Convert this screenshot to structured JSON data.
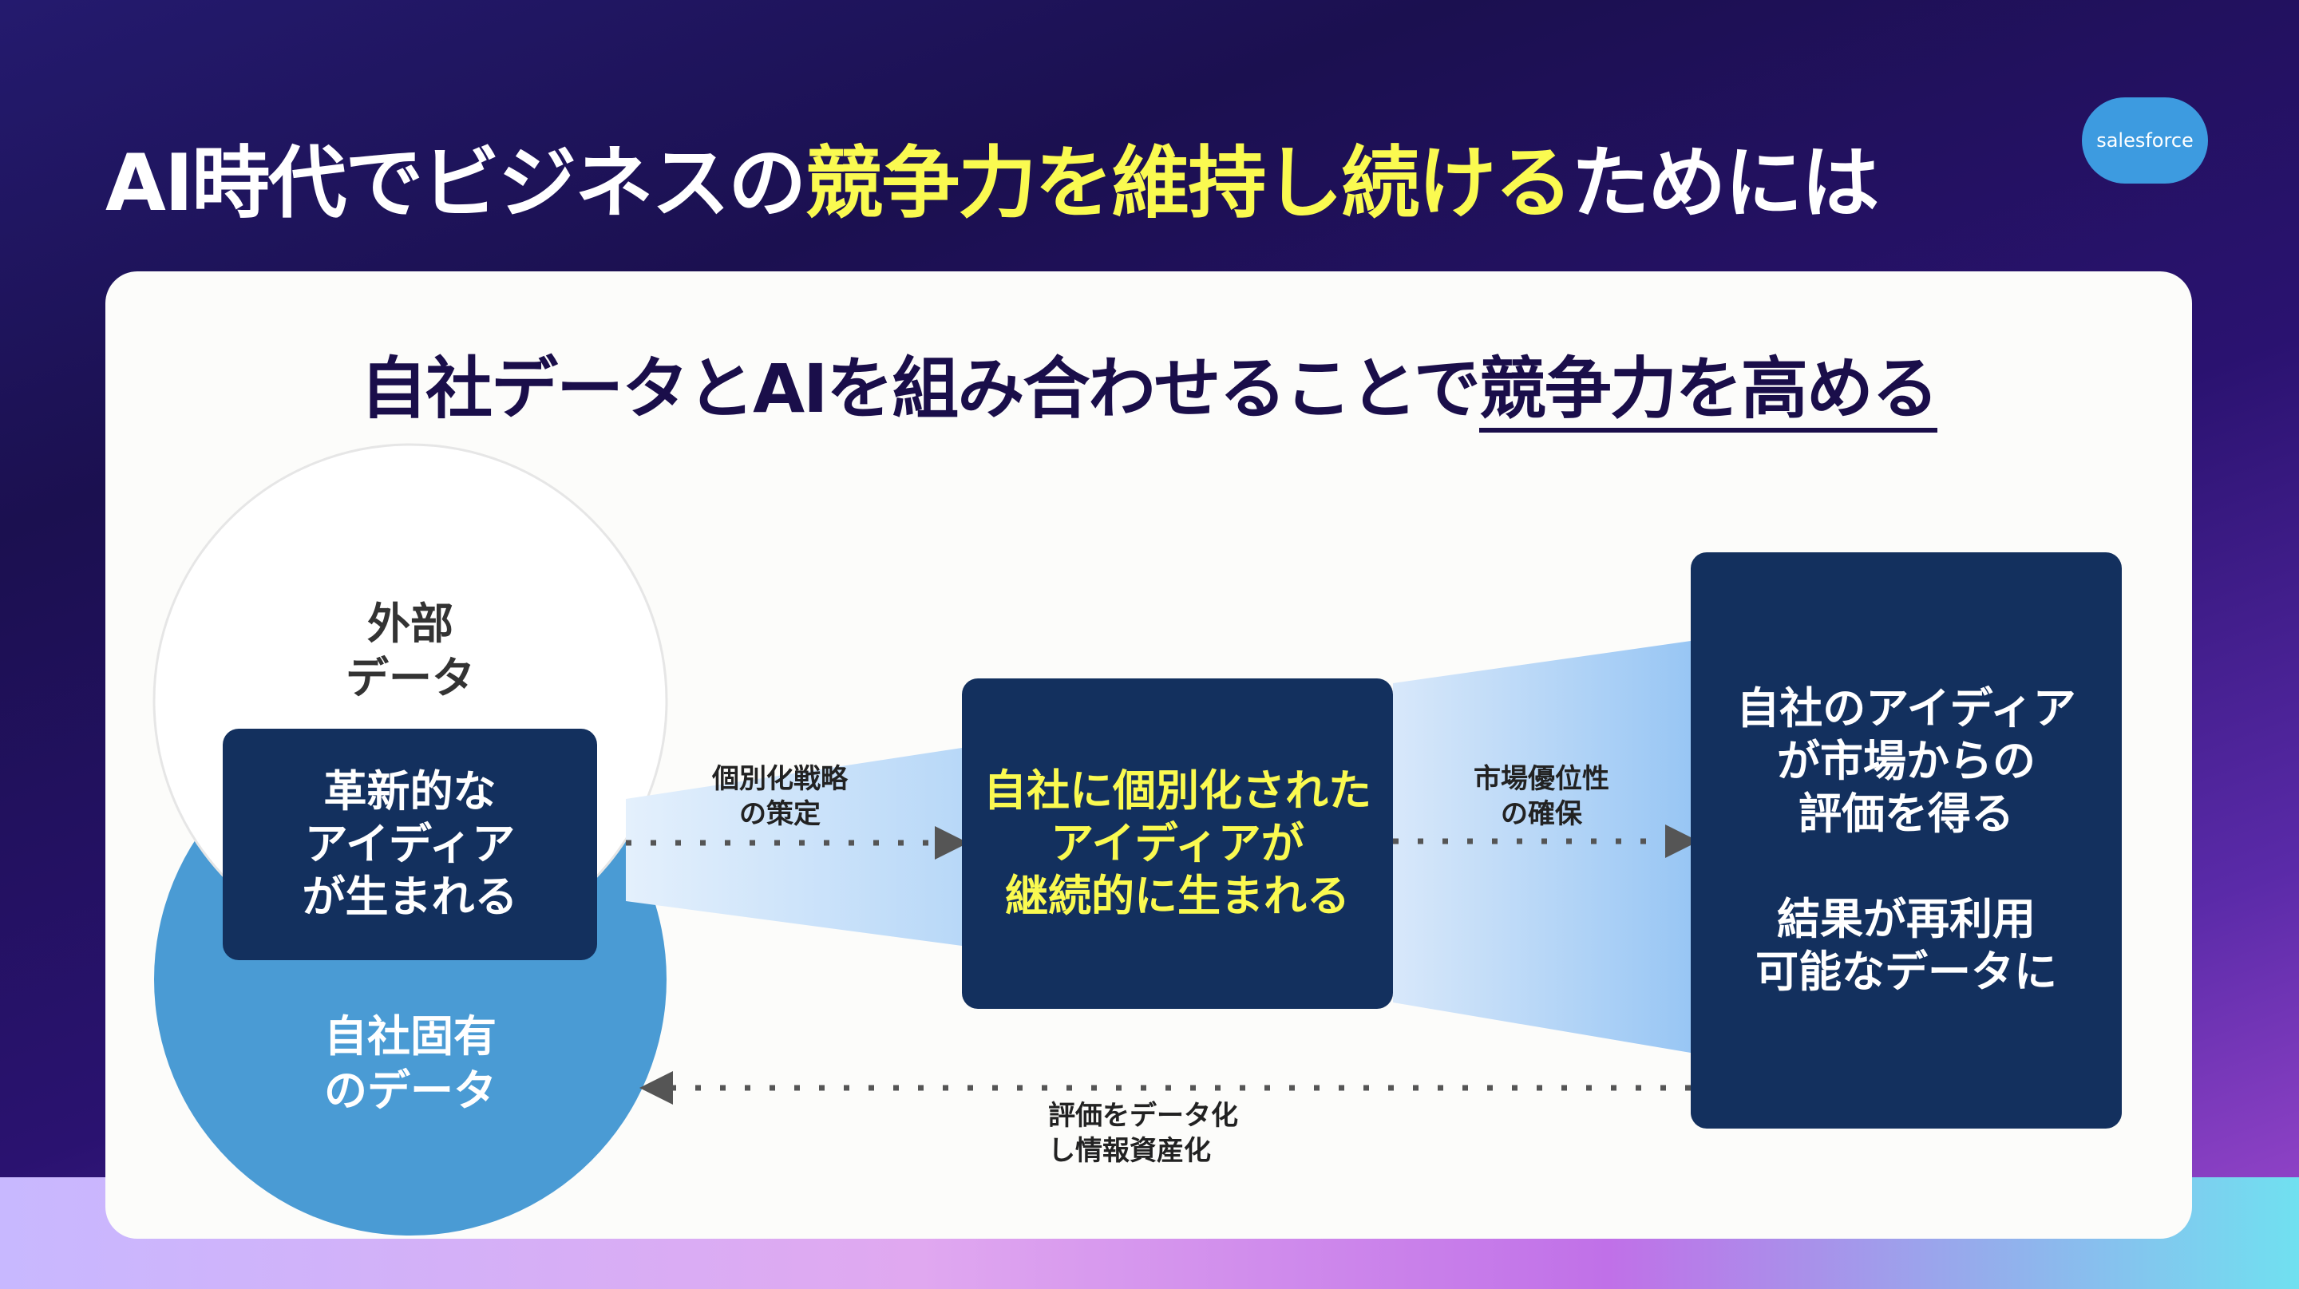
{
  "header": {
    "title_pre": "AI時代でビジネスの",
    "title_highlight": "競争力を維持し続ける",
    "title_post": "ためには",
    "logo": "salesforce"
  },
  "subtitle": {
    "pre": "自社データとAIを組み合わせることで",
    "underlined": "競争力を高める"
  },
  "diagram": {
    "external_data": [
      "外部",
      "データ"
    ],
    "own_data": [
      "自社固有",
      "のデータ"
    ],
    "box_innovative": [
      "革新的な",
      "アイディア",
      "が生まれる"
    ],
    "box_personalized": [
      "自社に個別化された",
      "アイディアが",
      "継続的に生まれる"
    ],
    "box_market": [
      "自社のアイディア",
      "が市場からの",
      "評価を得る",
      "",
      "結果が再利用",
      "可能なデータに"
    ],
    "label_strategy": [
      "個別化戦略",
      "の策定"
    ],
    "label_advantage": [
      "市場優位性",
      "の確保"
    ],
    "label_feedback": [
      "評価をデータ化",
      "し情報資産化"
    ]
  },
  "colors": {
    "accent_yellow": "#fafa50",
    "navy": "#13305e",
    "blue": "#4a9bd4"
  }
}
